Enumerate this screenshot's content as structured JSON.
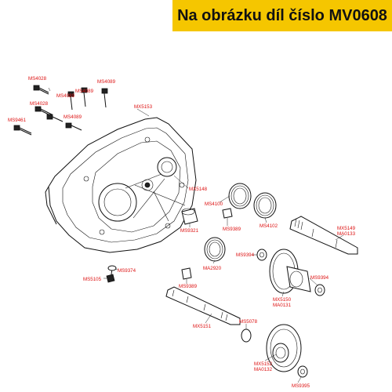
{
  "banner": {
    "text": "Na obrázku díl číslo MV0608"
  },
  "labels": {
    "MS4028_a": "MS4028",
    "MS4089_a": "MS4089",
    "MS4089_b": "MS4089",
    "MS4089_c": "MS4089",
    "MS4028_b": "MS4028",
    "MS9461": "MS9461",
    "MS4089_d": "MS4089",
    "MX5153": "MX5153",
    "MX5148": "MX5148",
    "MS4100": "MS4100",
    "MS9321": "MS9321",
    "MS9389_a": "MS9389",
    "MS4102": "MS4102",
    "MX5149": "MX5149",
    "MA0133": "MA0133",
    "MS9394_a": "MS9394",
    "MA2920": "MA2920",
    "MS9374": "MS9374",
    "MS5105": "MS5105",
    "MS9389_b": "MS9389",
    "MS9394_b": "MS9394",
    "MX5150": "MX5150",
    "MA0131": "MA0131",
    "MS5078": "MS5078",
    "MX5151": "MX5151",
    "MX5152": "MX5152",
    "MA0132": "MA0132",
    "MS9395": "MS9395"
  }
}
